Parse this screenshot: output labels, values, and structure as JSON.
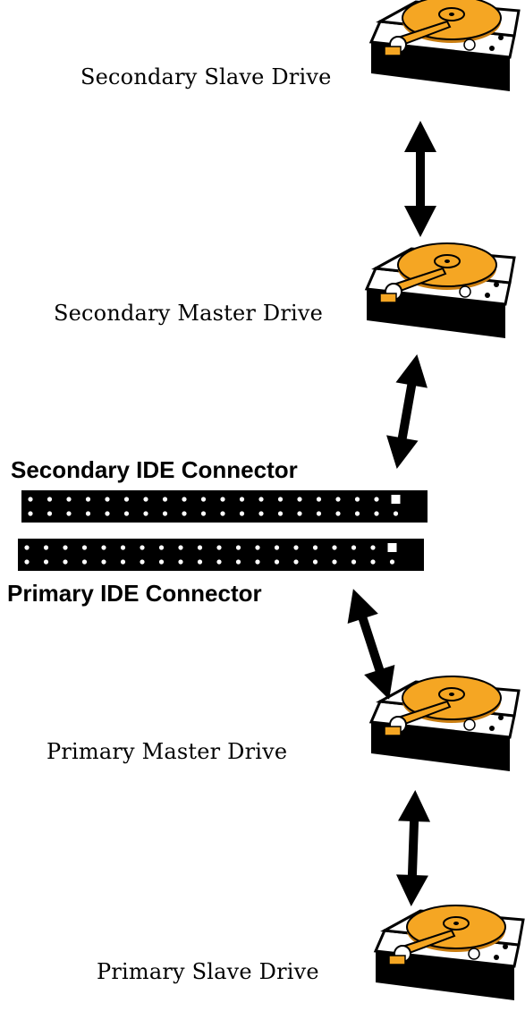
{
  "drives": [
    {
      "id": "secondary-slave",
      "label": "Secondary Slave Drive"
    },
    {
      "id": "secondary-master",
      "label": "Secondary Master Drive"
    },
    {
      "id": "primary-master",
      "label": "Primary Master Drive"
    },
    {
      "id": "primary-slave",
      "label": "Primary Slave Drive"
    }
  ],
  "connectors": {
    "secondary": {
      "label": "Secondary IDE Connector",
      "pins_per_row": 20
    },
    "primary": {
      "label": "Primary IDE Connector",
      "pins_per_row": 20
    }
  },
  "colors": {
    "platter": "#f5a623",
    "platter_dark": "#c97d10",
    "drive_body": "#000000",
    "pin": "#ffffff"
  },
  "icons": [
    "hard-drive-icon",
    "double-headed-arrow-icon"
  ]
}
